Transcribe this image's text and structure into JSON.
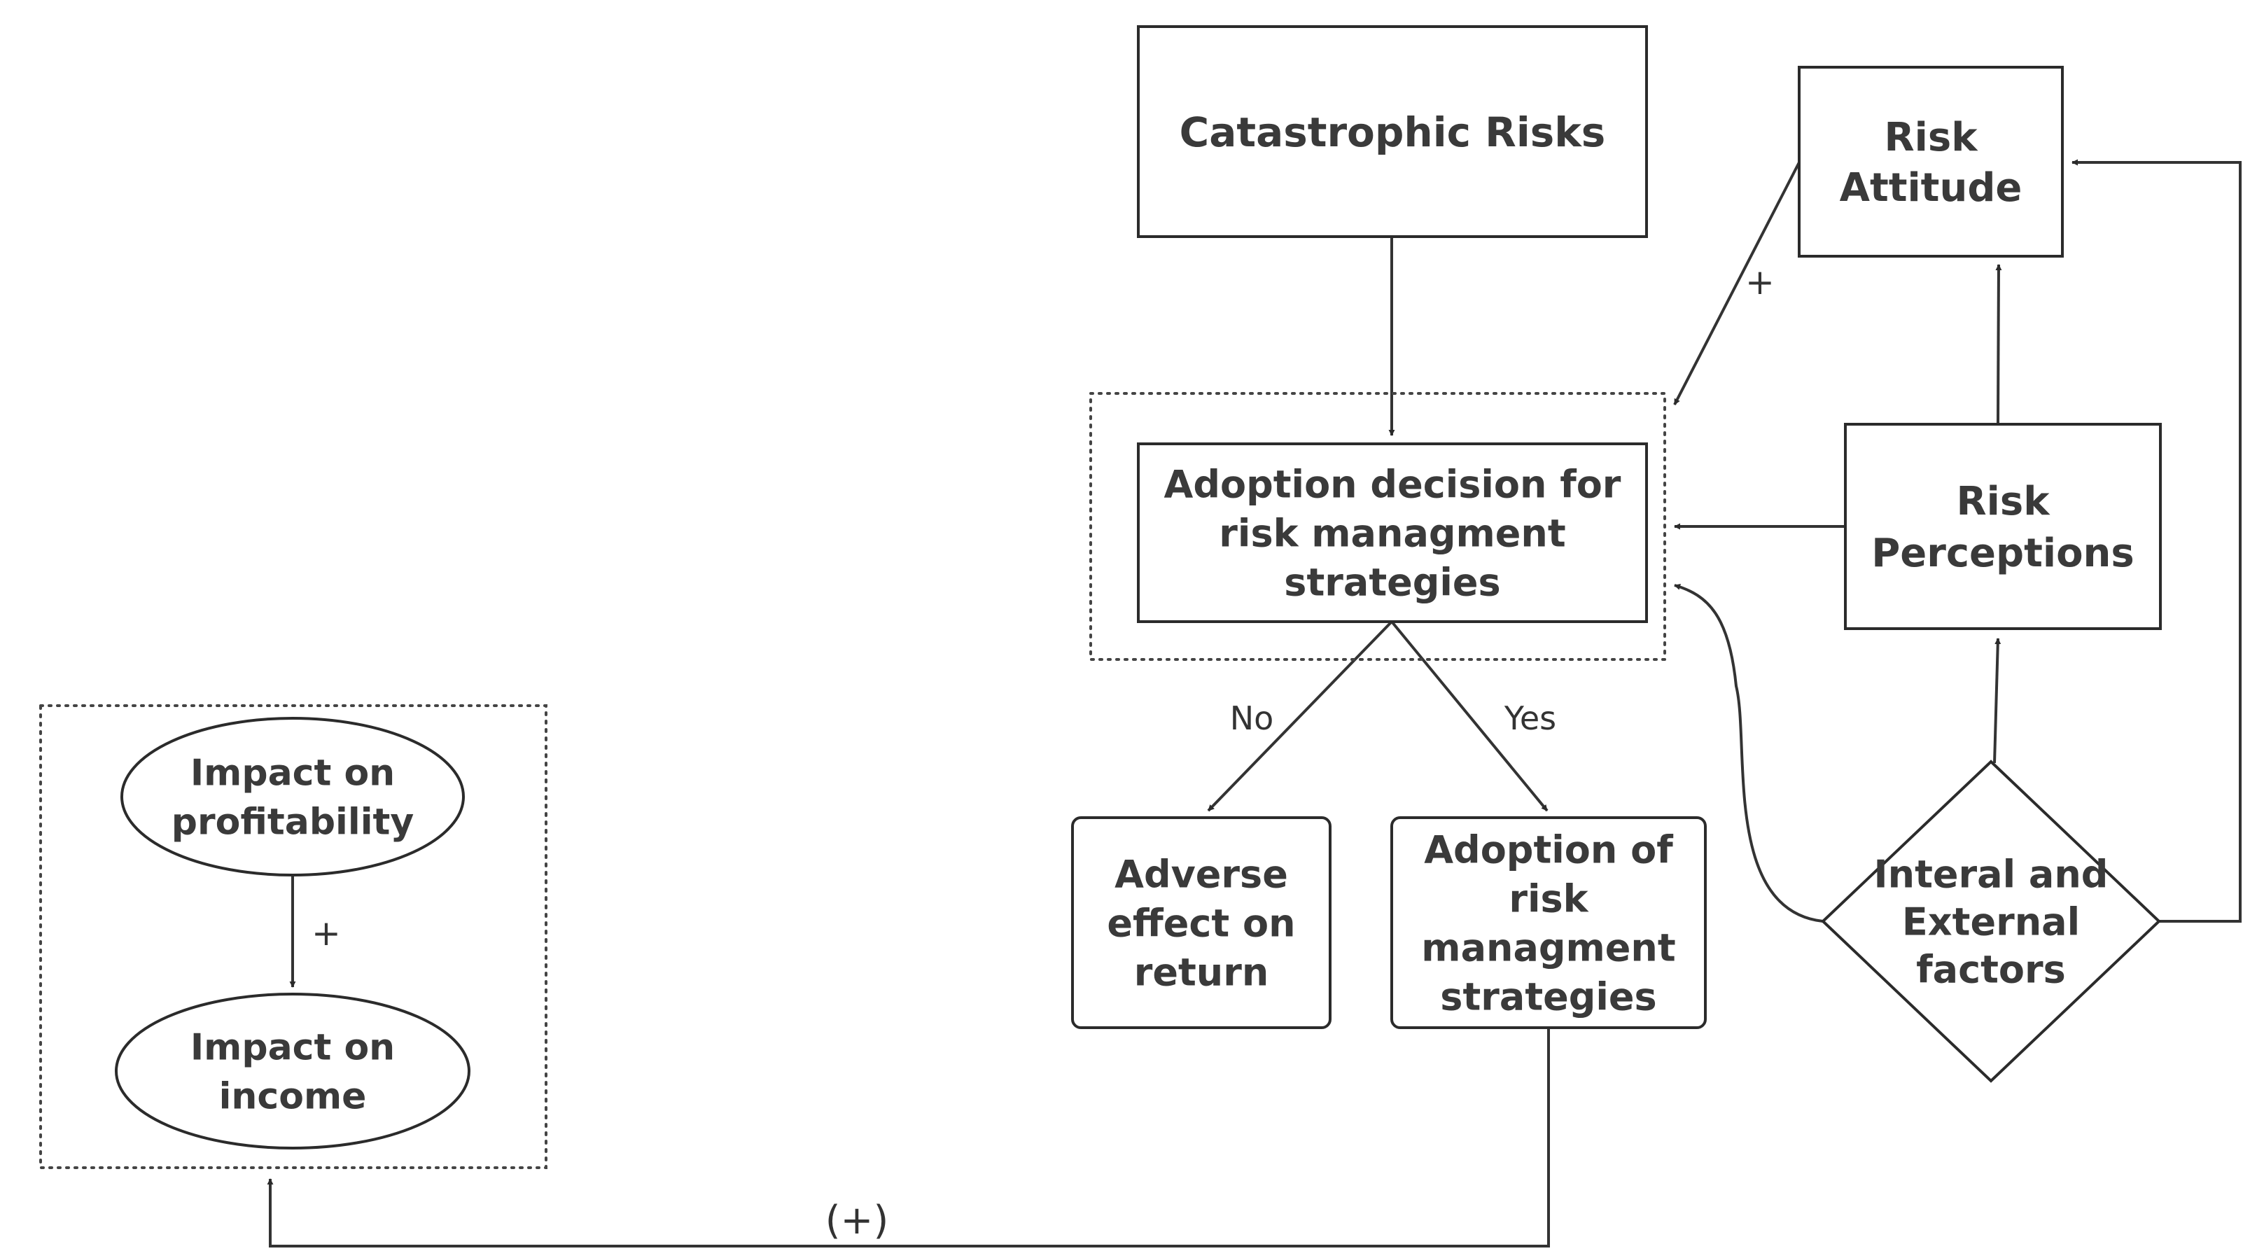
{
  "nodes": {
    "catastrophic_risks": {
      "label": [
        "Catastrophic Risks"
      ]
    },
    "risk_attitude": {
      "label": [
        "Risk",
        "Attitude"
      ]
    },
    "adoption_decision": {
      "label": [
        "Adoption decision for",
        "risk managment",
        "strategies"
      ]
    },
    "risk_perceptions": {
      "label": [
        "Risk",
        "Perceptions"
      ]
    },
    "adverse_effect": {
      "label": [
        "Adverse",
        "effect on",
        "return"
      ]
    },
    "adoption_strategies": {
      "label": [
        "Adoption of",
        "risk",
        "managment",
        "strategies"
      ]
    },
    "factors": {
      "label": [
        "Interal and",
        "External",
        "factors"
      ]
    },
    "impact_profitability": {
      "label": [
        "Impact on",
        "profitability"
      ]
    },
    "impact_income": {
      "label": [
        "Impact on",
        "income"
      ]
    }
  },
  "edges": {
    "attitude_to_decision": "+",
    "decision_no": "No",
    "decision_yes": "Yes",
    "profitability_to_income": "+",
    "strategies_to_impact": "(+)"
  },
  "colors": {
    "stroke": "#2b2b2b",
    "text": "#3a3a3a",
    "background": "#ffffff"
  }
}
